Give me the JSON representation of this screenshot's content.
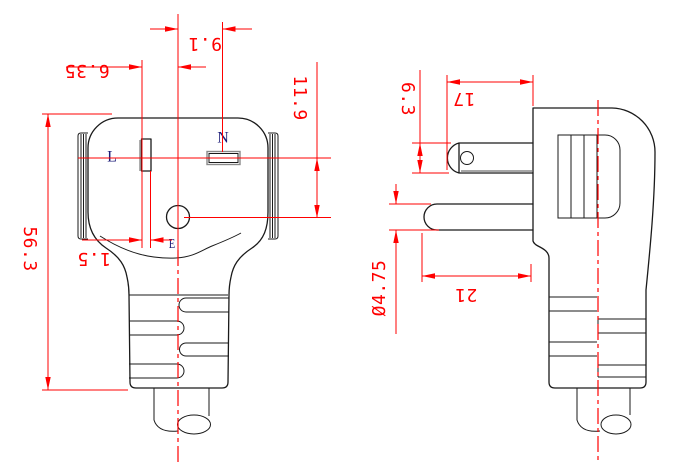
{
  "drawing": {
    "type": "technical-drawing",
    "subject": "angled power plug, two-view dimensioned engineering drawing (front view and side view)",
    "units": "mm",
    "colors": {
      "dimension_red": "#ff0000",
      "outline_black": "#1a1a1a",
      "pin_label_navy": "#1c1c78",
      "background": "#ffffff"
    },
    "front_view": {
      "pin_labels": {
        "line": "L",
        "neutral": "N",
        "earth": "E"
      },
      "dims": {
        "neutral_blade_offset": "9.1",
        "line_blade_offset": "6.35",
        "earth_pin_drop": "11.9",
        "overall_height": "56.3",
        "blade_thickness": "1.5"
      }
    },
    "side_view": {
      "dims": {
        "blade_height": "6.3",
        "blade_length": "17",
        "earth_pin_length": "21",
        "earth_pin_diameter": "Ø4.75"
      }
    }
  }
}
